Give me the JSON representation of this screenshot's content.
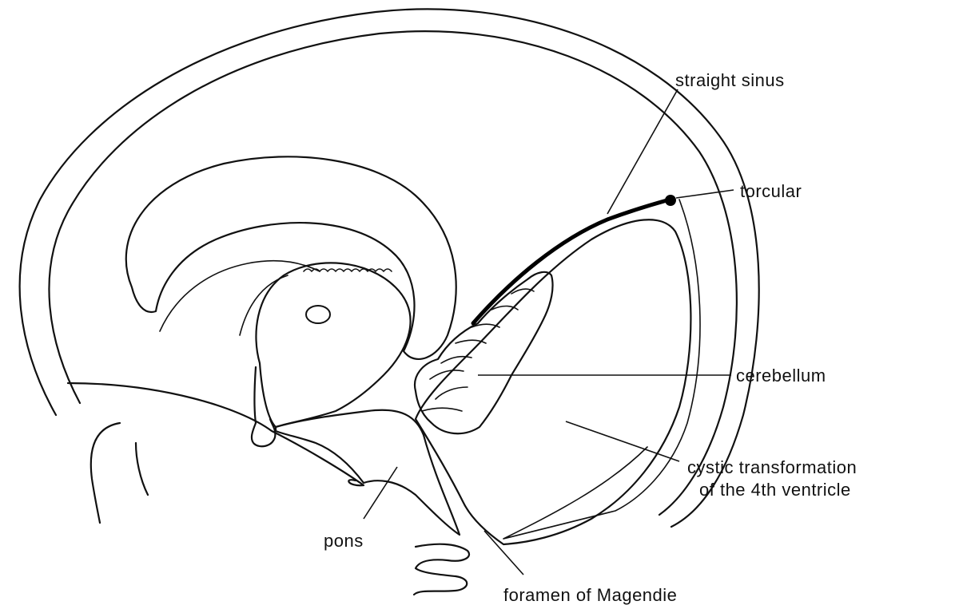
{
  "labels": {
    "straight_sinus": "straight sinus",
    "torcular": "torcular",
    "cerebellum": "cerebellum",
    "cystic_line1": "cystic transformation",
    "cystic_line2": "of the 4th ventricle",
    "pons": "pons",
    "foramen": "foramen of Magendie"
  },
  "colors": {
    "ink": "#111111",
    "stipple_dark": "#9a9a9a",
    "stipple_light": "#cfcfcf",
    "paper": "#ffffff"
  }
}
